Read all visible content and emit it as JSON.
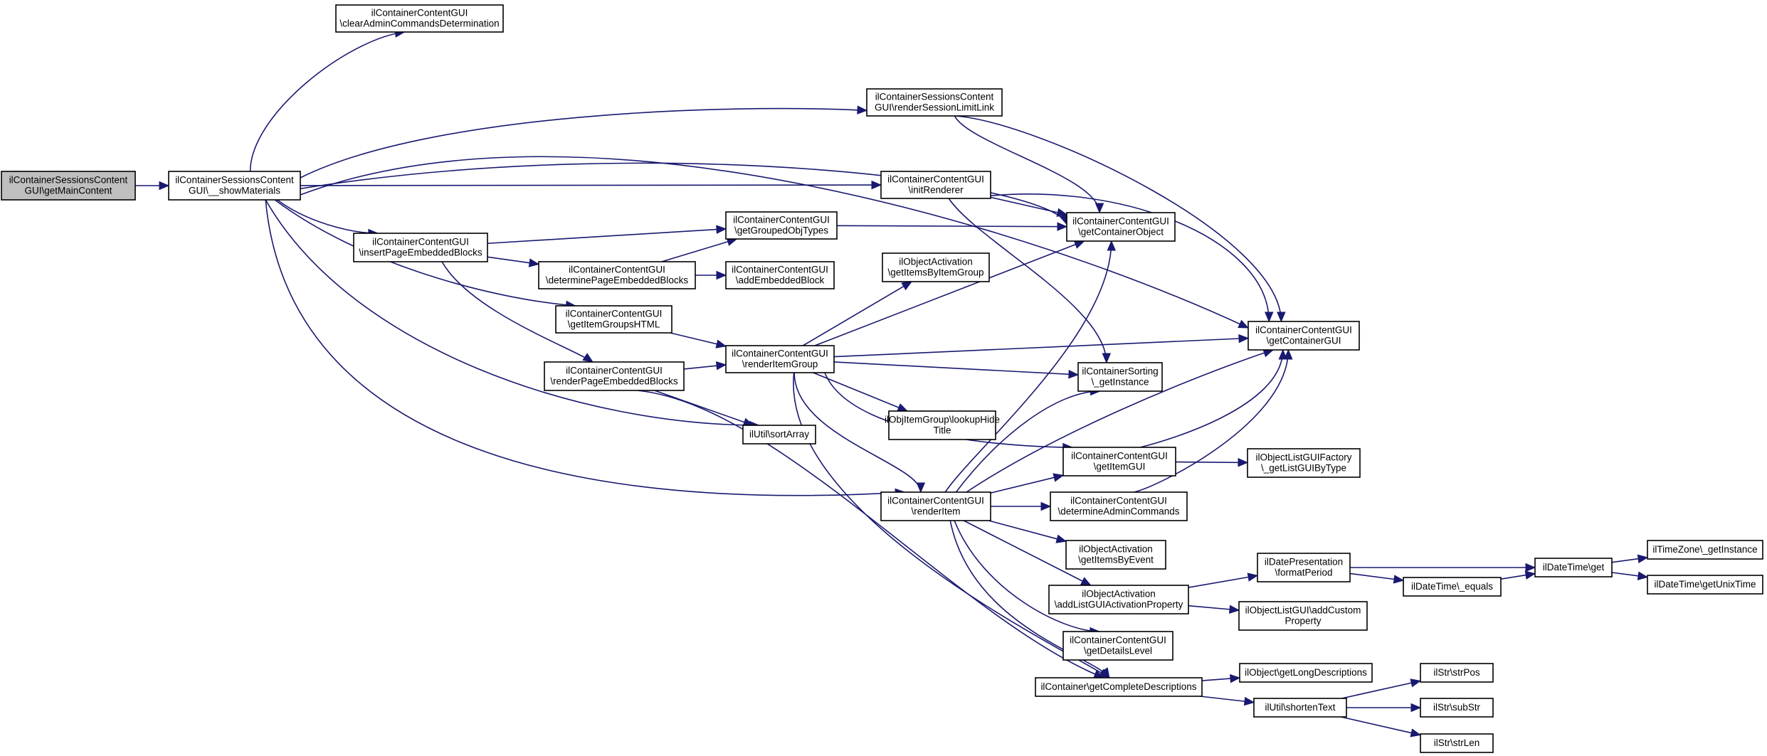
{
  "nodes": [
    {
      "id": "root",
      "lines": [
        "ilContainerSessionsContent",
        "GUI\\getMainContent"
      ],
      "root": true
    },
    {
      "id": "show",
      "lines": [
        "ilContainerSessionsContent",
        "GUI\\__showMaterials"
      ]
    },
    {
      "id": "clear",
      "lines": [
        "ilContainerContentGUI",
        "\\clearAdminCommandsDetermination"
      ]
    },
    {
      "id": "rsll",
      "lines": [
        "ilContainerSessionsContent",
        "GUI\\renderSessionLimitLink"
      ]
    },
    {
      "id": "initr",
      "lines": [
        "ilContainerContentGUI",
        "\\initRenderer"
      ]
    },
    {
      "id": "gco",
      "lines": [
        "ilContainerContentGUI",
        "\\getContainerObject"
      ]
    },
    {
      "id": "ipeb",
      "lines": [
        "ilContainerContentGUI",
        "\\insertPageEmbeddedBlocks"
      ]
    },
    {
      "id": "ggot",
      "lines": [
        "ilContainerContentGUI",
        "\\getGroupedObjTypes"
      ]
    },
    {
      "id": "dpeb",
      "lines": [
        "ilContainerContentGUI",
        "\\determinePageEmbeddedBlocks"
      ]
    },
    {
      "id": "aeb",
      "lines": [
        "ilContainerContentGUI",
        "\\addEmbeddedBlock"
      ]
    },
    {
      "id": "oagig",
      "lines": [
        "ilObjectActivation",
        "\\getItemsByItemGroup"
      ]
    },
    {
      "id": "gigh",
      "lines": [
        "ilContainerContentGUI",
        "\\getItemGroupsHTML"
      ]
    },
    {
      "id": "gcgui",
      "lines": [
        "ilContainerContentGUI",
        "\\getContainerGUI"
      ]
    },
    {
      "id": "rig",
      "lines": [
        "ilContainerContentGUI",
        "\\renderItemGroup"
      ]
    },
    {
      "id": "rpeb",
      "lines": [
        "ilContainerContentGUI",
        "\\renderPageEmbeddedBlocks"
      ]
    },
    {
      "id": "csgi",
      "lines": [
        "ilContainerSorting",
        "\\_getInstance"
      ]
    },
    {
      "id": "oiglht",
      "lines": [
        "ilObjItemGroup\\lookupHide",
        "Title"
      ]
    },
    {
      "id": "sort",
      "lines": [
        "ilUtil\\sortArray"
      ]
    },
    {
      "id": "gig",
      "lines": [
        "ilContainerContentGUI",
        "\\getItemGUI"
      ]
    },
    {
      "id": "olgf",
      "lines": [
        "ilObjectListGUIFactory",
        "\\_getListGUIByType"
      ]
    },
    {
      "id": "ri",
      "lines": [
        "ilContainerContentGUI",
        "\\renderItem"
      ]
    },
    {
      "id": "dac",
      "lines": [
        "ilContainerContentGUI",
        "\\determineAdminCommands"
      ]
    },
    {
      "id": "oagie",
      "lines": [
        "ilObjectActivation",
        "\\getItemsByEvent"
      ]
    },
    {
      "id": "dpfp",
      "lines": [
        "ilDatePresentation",
        "\\formatPeriod"
      ]
    },
    {
      "id": "dtget",
      "lines": [
        "ilDateTime\\get"
      ]
    },
    {
      "id": "tzgi",
      "lines": [
        "ilTimeZone\\_getInstance"
      ]
    },
    {
      "id": "dteq",
      "lines": [
        "ilDateTime\\_equals"
      ]
    },
    {
      "id": "gut",
      "lines": [
        "ilDateTime\\getUnixTime"
      ]
    },
    {
      "id": "oaalg",
      "lines": [
        "ilObjectActivation",
        "\\addListGUIActivationProperty"
      ]
    },
    {
      "id": "olgacp",
      "lines": [
        "ilObjectListGUI\\addCustom",
        "Property"
      ]
    },
    {
      "id": "gdl",
      "lines": [
        "ilContainerContentGUI",
        "\\getDetailsLevel"
      ]
    },
    {
      "id": "gcd",
      "lines": [
        "ilContainer\\getCompleteDescriptions"
      ]
    },
    {
      "id": "gld",
      "lines": [
        "ilObject\\getLongDescriptions"
      ]
    },
    {
      "id": "strpos",
      "lines": [
        "ilStr\\strPos"
      ]
    },
    {
      "id": "short",
      "lines": [
        "ilUtil\\shortenText"
      ]
    },
    {
      "id": "substr",
      "lines": [
        "ilStr\\subStr"
      ]
    },
    {
      "id": "strlen",
      "lines": [
        "ilStr\\strLen"
      ]
    }
  ],
  "edges": [
    [
      "root",
      "show"
    ],
    [
      "show",
      "clear"
    ],
    [
      "show",
      "rsll"
    ],
    [
      "show",
      "gcgui"
    ],
    [
      "show",
      "gco"
    ],
    [
      "show",
      "initr"
    ],
    [
      "show",
      "ipeb"
    ],
    [
      "show",
      "gigh"
    ],
    [
      "show",
      "sort"
    ],
    [
      "show",
      "ri"
    ],
    [
      "rsll",
      "gco"
    ],
    [
      "rsll",
      "gcgui"
    ],
    [
      "initr",
      "gco"
    ],
    [
      "initr",
      "gcgui"
    ],
    [
      "initr",
      "csgi"
    ],
    [
      "ipeb",
      "ggot"
    ],
    [
      "ipeb",
      "dpeb"
    ],
    [
      "ipeb",
      "rpeb"
    ],
    [
      "dpeb",
      "ggot"
    ],
    [
      "dpeb",
      "aeb"
    ],
    [
      "ggot",
      "gco"
    ],
    [
      "gigh",
      "rig"
    ],
    [
      "rpeb",
      "rig"
    ],
    [
      "rpeb",
      "sort"
    ],
    [
      "rpeb",
      "gcd"
    ],
    [
      "rig",
      "oagig"
    ],
    [
      "rig",
      "gco"
    ],
    [
      "rig",
      "gcgui"
    ],
    [
      "rig",
      "csgi"
    ],
    [
      "rig",
      "oiglht"
    ],
    [
      "rig",
      "gig"
    ],
    [
      "rig",
      "ri"
    ],
    [
      "rig",
      "gcd"
    ],
    [
      "gig",
      "gcgui"
    ],
    [
      "gig",
      "olgf"
    ],
    [
      "ri",
      "gco"
    ],
    [
      "ri",
      "csgi"
    ],
    [
      "ri",
      "gcgui"
    ],
    [
      "ri",
      "gig"
    ],
    [
      "ri",
      "dac"
    ],
    [
      "ri",
      "oagie"
    ],
    [
      "ri",
      "oaalg"
    ],
    [
      "ri",
      "gdl"
    ],
    [
      "ri",
      "gcd"
    ],
    [
      "dac",
      "gcgui"
    ],
    [
      "oaalg",
      "dpfp"
    ],
    [
      "oaalg",
      "olgacp"
    ],
    [
      "dpfp",
      "dtget"
    ],
    [
      "dpfp",
      "dteq"
    ],
    [
      "dteq",
      "dtget"
    ],
    [
      "dtget",
      "tzgi"
    ],
    [
      "dtget",
      "gut"
    ],
    [
      "gcd",
      "gld"
    ],
    [
      "gcd",
      "short"
    ],
    [
      "short",
      "strpos"
    ],
    [
      "short",
      "substr"
    ],
    [
      "short",
      "strlen"
    ]
  ]
}
